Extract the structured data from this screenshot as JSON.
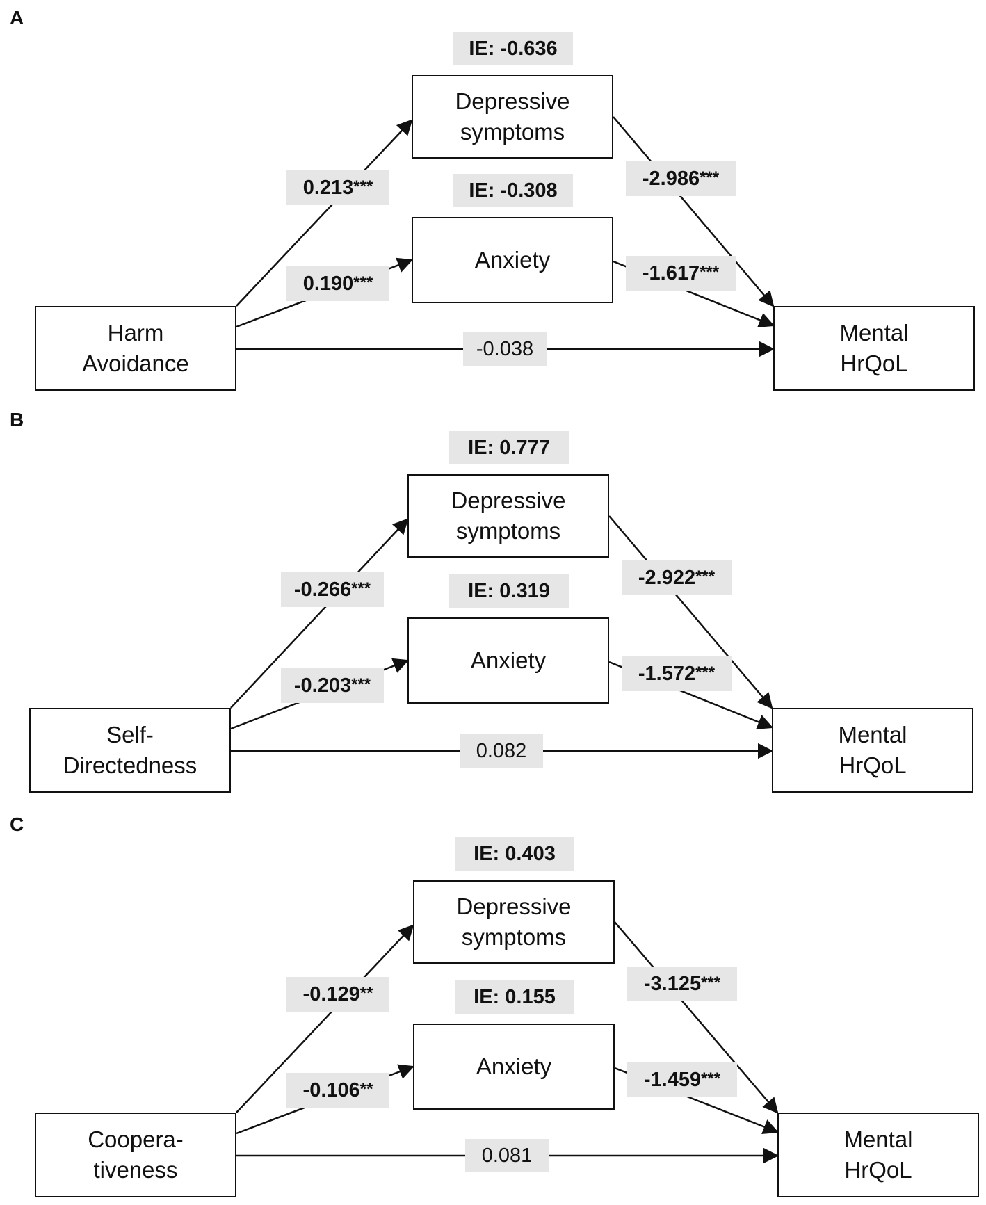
{
  "panels": [
    {
      "letter": "A",
      "predictor": [
        "Harm",
        "Avoidance"
      ],
      "mediator1": [
        "Depressive",
        "symptoms"
      ],
      "mediator2": [
        "Anxiety"
      ],
      "outcome": [
        "Mental",
        "HrQoL"
      ],
      "ie1": "IE: -0.636",
      "ie2": "IE: -0.308",
      "a1": {
        "value": "0.213",
        "stars": "***"
      },
      "a2": {
        "value": "0.190",
        "stars": "***"
      },
      "b1": {
        "value": "-2.986",
        "stars": "***"
      },
      "b2": {
        "value": "-1.617",
        "stars": "***"
      },
      "direct": "-0.038"
    },
    {
      "letter": "B",
      "predictor": [
        "Self-",
        "Directedness"
      ],
      "mediator1": [
        "Depressive",
        "symptoms"
      ],
      "mediator2": [
        "Anxiety"
      ],
      "outcome": [
        "Mental",
        "HrQoL"
      ],
      "ie1": "IE: 0.777",
      "ie2": "IE: 0.319",
      "a1": {
        "value": "-0.266",
        "stars": "***"
      },
      "a2": {
        "value": "-0.203",
        "stars": "***"
      },
      "b1": {
        "value": "-2.922",
        "stars": "***"
      },
      "b2": {
        "value": "-1.572",
        "stars": "***"
      },
      "direct": "0.082"
    },
    {
      "letter": "C",
      "predictor": [
        "Coopera-",
        "tiveness"
      ],
      "mediator1": [
        "Depressive",
        "symptoms"
      ],
      "mediator2": [
        "Anxiety"
      ],
      "outcome": [
        "Mental",
        "HrQoL"
      ],
      "ie1": "IE: 0.403",
      "ie2": "IE: 0.155",
      "a1": {
        "value": "-0.129",
        "stars": "**"
      },
      "a2": {
        "value": "-0.106",
        "stars": "**"
      },
      "b1": {
        "value": "-3.125",
        "stars": "***"
      },
      "b2": {
        "value": "-1.459",
        "stars": "***"
      },
      "direct": "0.081"
    }
  ]
}
